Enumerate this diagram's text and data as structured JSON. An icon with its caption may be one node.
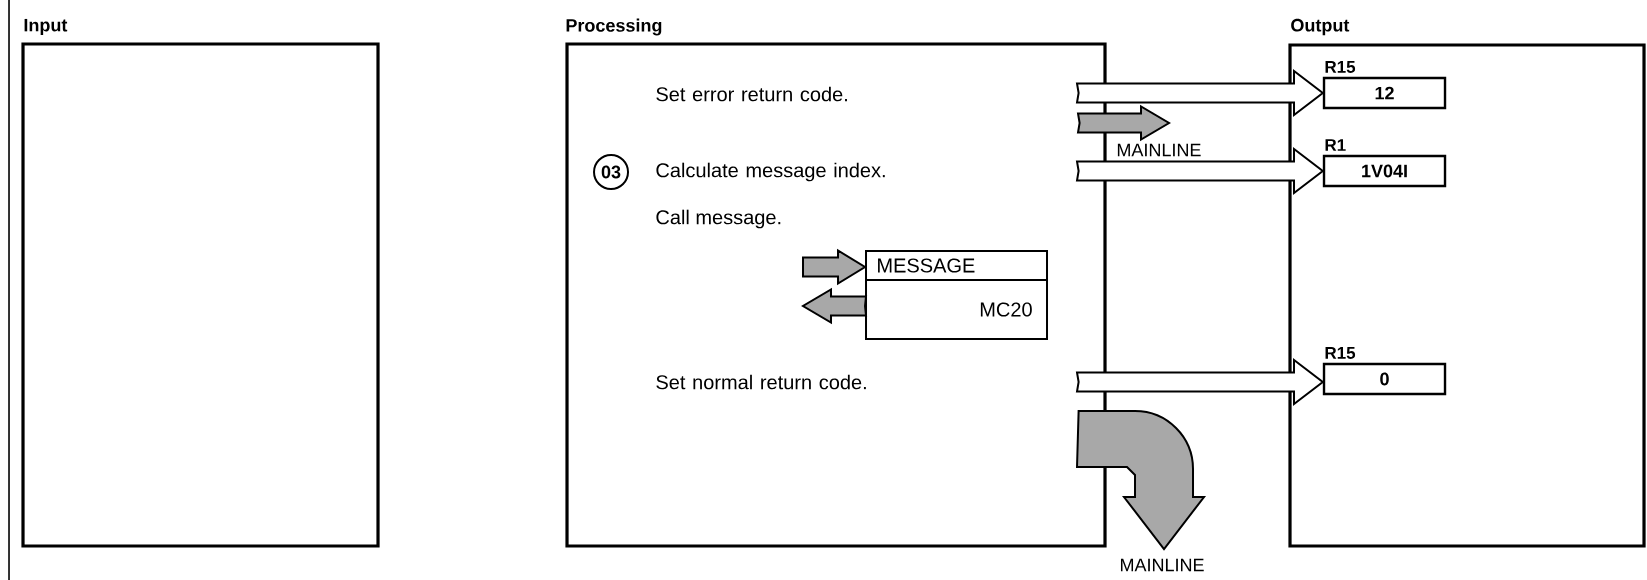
{
  "diagram": {
    "nodes": [
      {
        "text": [
          "Input"
        ]
      },
      {
        "text": [
          "Processing"
        ]
      },
      {
        "text": [
          "Set error return code."
        ],
        "in": 1
      },
      {
        "text": [
          "03"
        ],
        "in": 1
      },
      {
        "text": [
          "Calculate message index."
        ],
        "in": 1
      },
      {
        "text": [
          "Call message."
        ],
        "in": 1
      },
      {
        "text": [
          "MESSAGE",
          "MC20"
        ],
        "in": 1
      },
      {
        "text": [
          "Set normal return code."
        ],
        "in": 1
      },
      {
        "text": [
          "Output"
        ]
      },
      {
        "text": [
          "12"
        ],
        "beside": [
          "R15"
        ],
        "in": 8
      },
      {
        "text": [
          "1V04I"
        ],
        "beside": [
          "R1"
        ],
        "in": 8
      },
      {
        "text": [
          "0"
        ],
        "beside": [
          "R15"
        ],
        "in": 8
      }
    ],
    "edges": [
      {
        "from": 1,
        "to": 9,
        "arrow": "to"
      },
      {
        "from": 1,
        "to": null,
        "arrow": "to",
        "label": "MAINLINE",
        "color": "#a8a8a8"
      },
      {
        "from": 1,
        "to": 10,
        "arrow": "to"
      },
      {
        "from": null,
        "to": 6,
        "arrow": "to",
        "color": "#a8a8a8"
      },
      {
        "from": 6,
        "to": null,
        "arrow": "to",
        "color": "#a8a8a8"
      },
      {
        "from": 1,
        "to": 11,
        "arrow": "to"
      },
      {
        "from": 1,
        "to": null,
        "arrow": "to",
        "label": "MAINLINE",
        "color": "#a8a8a8"
      }
    ]
  }
}
